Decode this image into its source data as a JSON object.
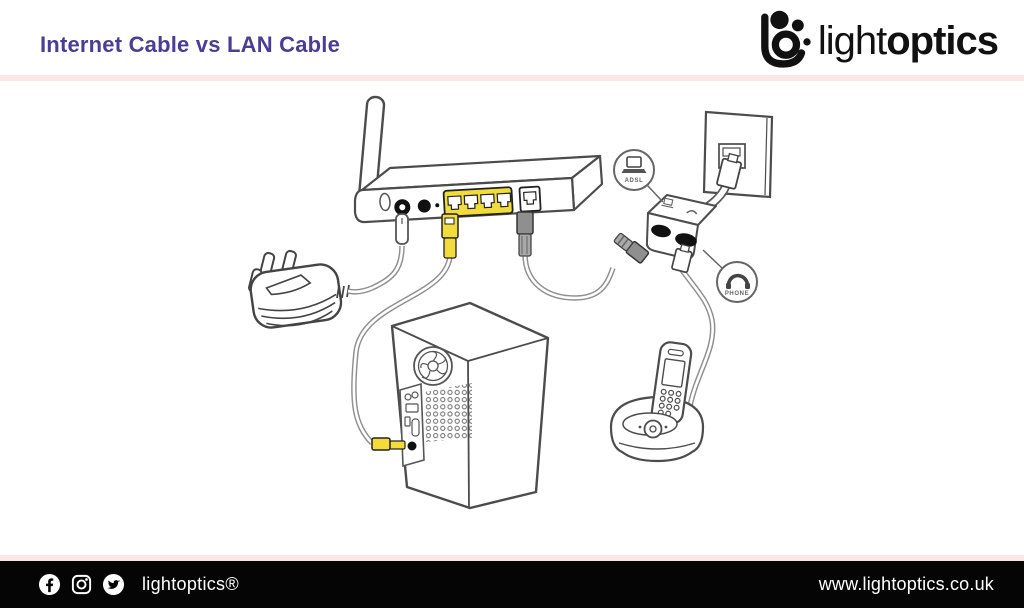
{
  "header": {
    "title": "Internet Cable vs LAN Cable",
    "logo_light": "light",
    "logo_bold": "optics"
  },
  "diagram": {
    "adsl_label": "ADSL",
    "phone_label": "PHONE",
    "icons": [
      "laptop-icon",
      "phone-handset-icon"
    ],
    "components": [
      "wifi-router",
      "power-adapter-uk-plug",
      "desktop-tower",
      "adsl-microfilter-splitter",
      "wall-phone-socket",
      "cordless-phone"
    ]
  },
  "footer": {
    "brand": "lightoptics®",
    "website": "www.lightoptics.co.uk",
    "social_icons": [
      "facebook-icon",
      "instagram-icon",
      "twitter-icon"
    ]
  },
  "colors": {
    "title_purple": "#4b3d96",
    "divider_pink": "#fbe6e6",
    "footer_black": "#050505",
    "footer_text": "#ffffff",
    "lan_yellow": "#f2dc3c",
    "line_art": "#4c4c4c",
    "cable_gray": "#8f8f8f"
  }
}
